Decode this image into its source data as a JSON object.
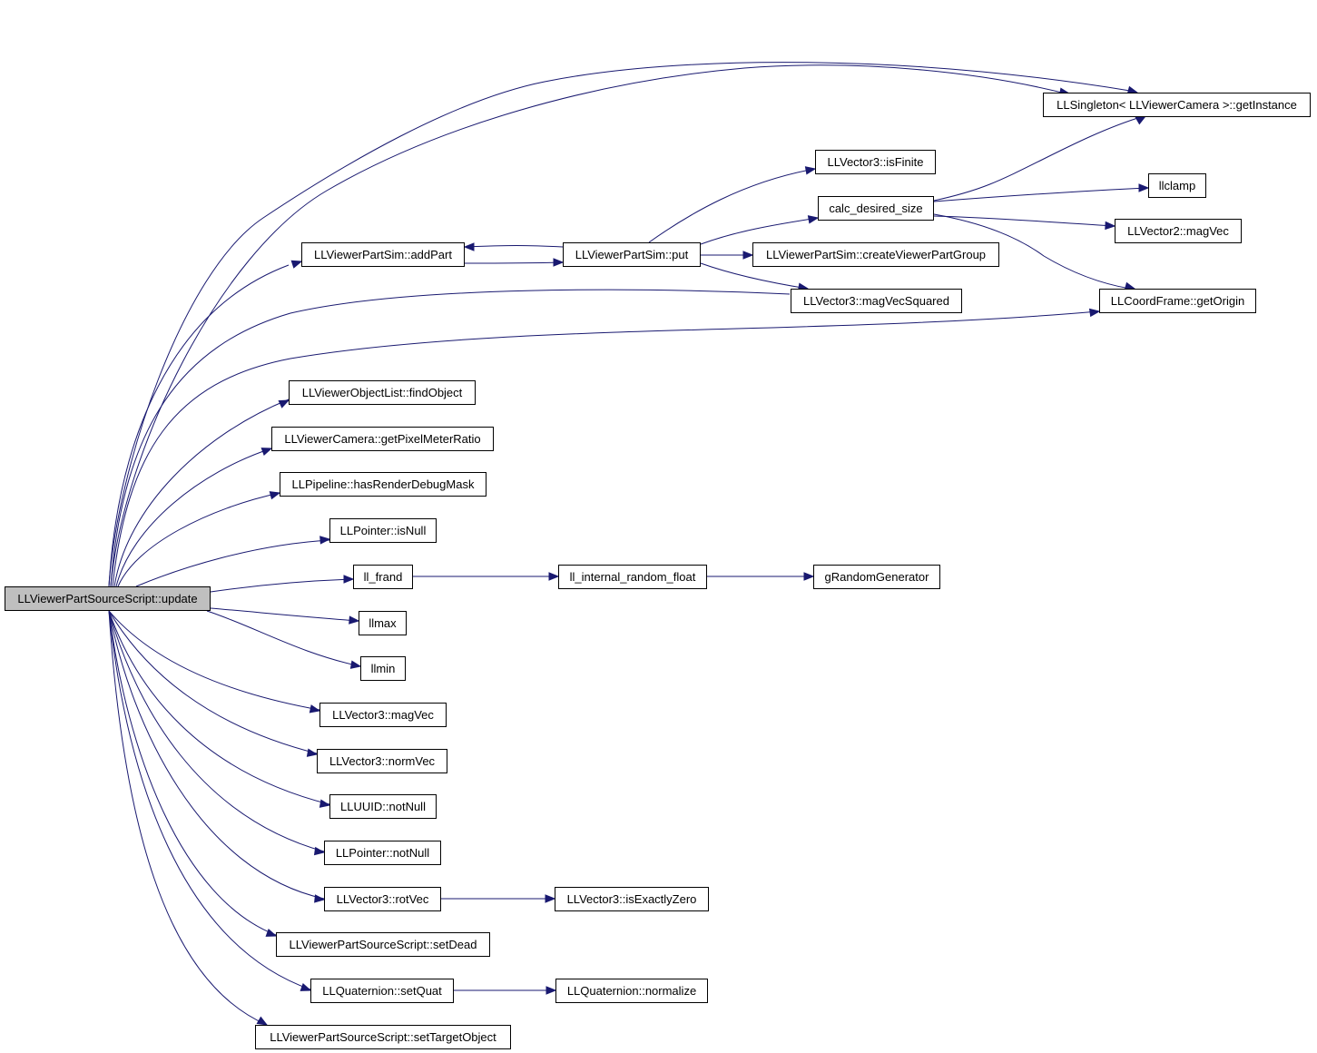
{
  "diagram": {
    "edge_color": "#191970",
    "root_fill": "#bfbfbf",
    "node_fill": "#ffffff",
    "nodes": [
      {
        "id": "update",
        "label": "LLViewerPartSourceScript::update",
        "root": true
      },
      {
        "id": "getInstance",
        "label": "LLSingleton< LLViewerCamera >::getInstance"
      },
      {
        "id": "isFinite",
        "label": "LLVector3::isFinite"
      },
      {
        "id": "calcDesiredSize",
        "label": "calc_desired_size"
      },
      {
        "id": "llclamp",
        "label": "llclamp"
      },
      {
        "id": "magVec2",
        "label": "LLVector2::magVec"
      },
      {
        "id": "addPart",
        "label": "LLViewerPartSim::addPart"
      },
      {
        "id": "put",
        "label": "LLViewerPartSim::put"
      },
      {
        "id": "createGroup",
        "label": "LLViewerPartSim::createViewerPartGroup"
      },
      {
        "id": "magVecSquared",
        "label": "LLVector3::magVecSquared"
      },
      {
        "id": "getOrigin",
        "label": "LLCoordFrame::getOrigin"
      },
      {
        "id": "findObject",
        "label": "LLViewerObjectList::findObject"
      },
      {
        "id": "getPixelMeterRatio",
        "label": "LLViewerCamera::getPixelMeterRatio"
      },
      {
        "id": "hasRenderDebugMask",
        "label": "LLPipeline::hasRenderDebugMask"
      },
      {
        "id": "isNull",
        "label": "LLPointer::isNull"
      },
      {
        "id": "llFrand",
        "label": "ll_frand"
      },
      {
        "id": "llInternalRandomFloat",
        "label": "ll_internal_random_float"
      },
      {
        "id": "gRandomGenerator",
        "label": "gRandomGenerator"
      },
      {
        "id": "llmax",
        "label": "llmax"
      },
      {
        "id": "llmin",
        "label": "llmin"
      },
      {
        "id": "magVec3",
        "label": "LLVector3::magVec"
      },
      {
        "id": "normVec",
        "label": "LLVector3::normVec"
      },
      {
        "id": "uuidNotNull",
        "label": "LLUUID::notNull"
      },
      {
        "id": "pointerNotNull",
        "label": "LLPointer::notNull"
      },
      {
        "id": "rotVec",
        "label": "LLVector3::rotVec"
      },
      {
        "id": "isExactlyZero",
        "label": "LLVector3::isExactlyZero"
      },
      {
        "id": "setDead",
        "label": "LLViewerPartSourceScript::setDead"
      },
      {
        "id": "setQuat",
        "label": "LLQuaternion::setQuat"
      },
      {
        "id": "normalize",
        "label": "LLQuaternion::normalize"
      },
      {
        "id": "setTargetObject",
        "label": "LLViewerPartSourceScript::setTargetObject"
      }
    ],
    "edges": [
      {
        "from": "update",
        "to": "getInstance"
      },
      {
        "from": "update",
        "to": "getInstance"
      },
      {
        "from": "update",
        "to": "addPart"
      },
      {
        "from": "update",
        "to": "magVecSquared"
      },
      {
        "from": "update",
        "to": "getOrigin"
      },
      {
        "from": "update",
        "to": "findObject"
      },
      {
        "from": "update",
        "to": "getPixelMeterRatio"
      },
      {
        "from": "update",
        "to": "hasRenderDebugMask"
      },
      {
        "from": "update",
        "to": "isNull"
      },
      {
        "from": "update",
        "to": "llFrand"
      },
      {
        "from": "update",
        "to": "llmax"
      },
      {
        "from": "update",
        "to": "llmin"
      },
      {
        "from": "update",
        "to": "magVec3"
      },
      {
        "from": "update",
        "to": "normVec"
      },
      {
        "from": "update",
        "to": "uuidNotNull"
      },
      {
        "from": "update",
        "to": "pointerNotNull"
      },
      {
        "from": "update",
        "to": "rotVec"
      },
      {
        "from": "update",
        "to": "setDead"
      },
      {
        "from": "update",
        "to": "setQuat"
      },
      {
        "from": "update",
        "to": "setTargetObject"
      },
      {
        "from": "addPart",
        "to": "put"
      },
      {
        "from": "put",
        "to": "addPart"
      },
      {
        "from": "put",
        "to": "isFinite"
      },
      {
        "from": "put",
        "to": "calcDesiredSize"
      },
      {
        "from": "put",
        "to": "createGroup"
      },
      {
        "from": "put",
        "to": "magVecSquared"
      },
      {
        "from": "calcDesiredSize",
        "to": "getInstance"
      },
      {
        "from": "calcDesiredSize",
        "to": "llclamp"
      },
      {
        "from": "calcDesiredSize",
        "to": "magVec2"
      },
      {
        "from": "calcDesiredSize",
        "to": "getOrigin"
      },
      {
        "from": "llFrand",
        "to": "llInternalRandomFloat"
      },
      {
        "from": "llInternalRandomFloat",
        "to": "gRandomGenerator"
      },
      {
        "from": "rotVec",
        "to": "isExactlyZero"
      },
      {
        "from": "setQuat",
        "to": "normalize"
      }
    ]
  }
}
